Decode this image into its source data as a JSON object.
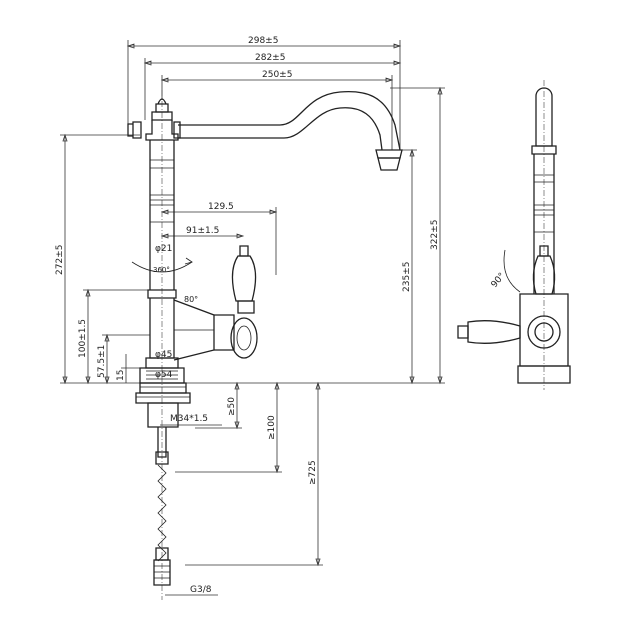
{
  "drawing": {
    "dimensions": {
      "total_width": "298±5",
      "spout_width": "282±5",
      "spout_reach": "250±5",
      "handle_reach": "129.5",
      "handle_offset": "91±1.5",
      "body_diameter": "φ21",
      "rotation": "360°",
      "handle_angle": "80°",
      "base_diameter": "φ45",
      "flange_diameter": "φ54",
      "total_height": "272±5",
      "spout_height": "322±5",
      "outlet_height": "235±5",
      "body_height": "100±1.5",
      "base_height": "57.5±1",
      "flange_height": "15",
      "thread": "M34*1.5",
      "counter_thickness": "≥50",
      "shank_length": "≥100",
      "hose_length": "≥725",
      "hose_connector": "G3/8",
      "side_angle": "90°"
    }
  }
}
